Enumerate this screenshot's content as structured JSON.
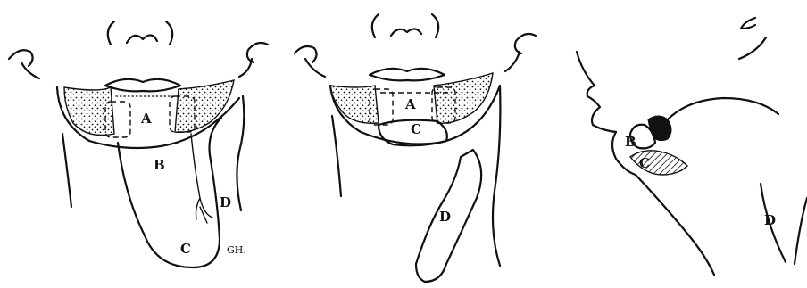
{
  "figure": {
    "panel_1": {
      "labels": {
        "a": "A",
        "b": "B",
        "c": "C",
        "d": "D"
      },
      "signature": "GH."
    },
    "panel_2": {
      "labels": {
        "a": "A",
        "c": "C",
        "d": "D"
      }
    },
    "panel_3": {
      "labels": {
        "b": "B",
        "c": "C",
        "d": "D"
      }
    }
  },
  "colors": {
    "ink": "#111111",
    "paper": "#ffffff"
  }
}
